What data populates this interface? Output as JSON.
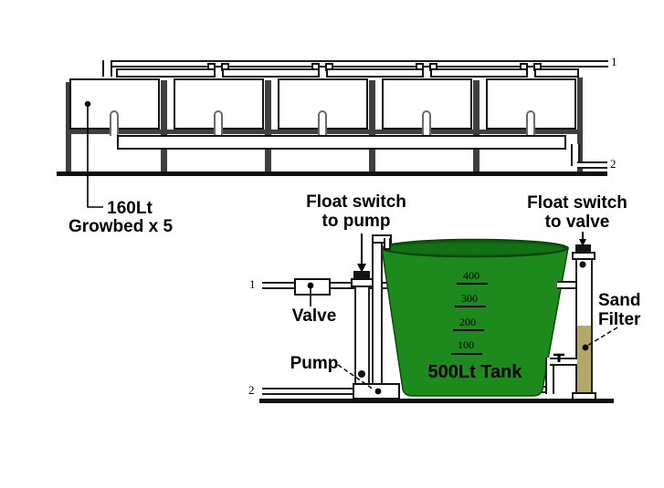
{
  "diagram": {
    "growbed_label": {
      "line1": "160Lt",
      "line2": "Growbed x 5"
    },
    "float_switch_pump": {
      "line1": "Float switch",
      "line2": "to pump"
    },
    "float_switch_valve": {
      "line1": "Float switch",
      "line2": "to valve"
    },
    "valve_label": "Valve",
    "pump_label": "Pump",
    "sand_filter_label": {
      "line1": "Sand",
      "line2": "Filter"
    },
    "tank": {
      "label": "500Lt Tank",
      "graduations": [
        "400",
        "300",
        "200",
        "100"
      ]
    },
    "pipe_labels": {
      "supply": "1",
      "return": "2"
    },
    "colors": {
      "tank_green": "#1e8a1e",
      "tank_rim": "#0e5a0e",
      "sand": "#b3a76a"
    }
  }
}
